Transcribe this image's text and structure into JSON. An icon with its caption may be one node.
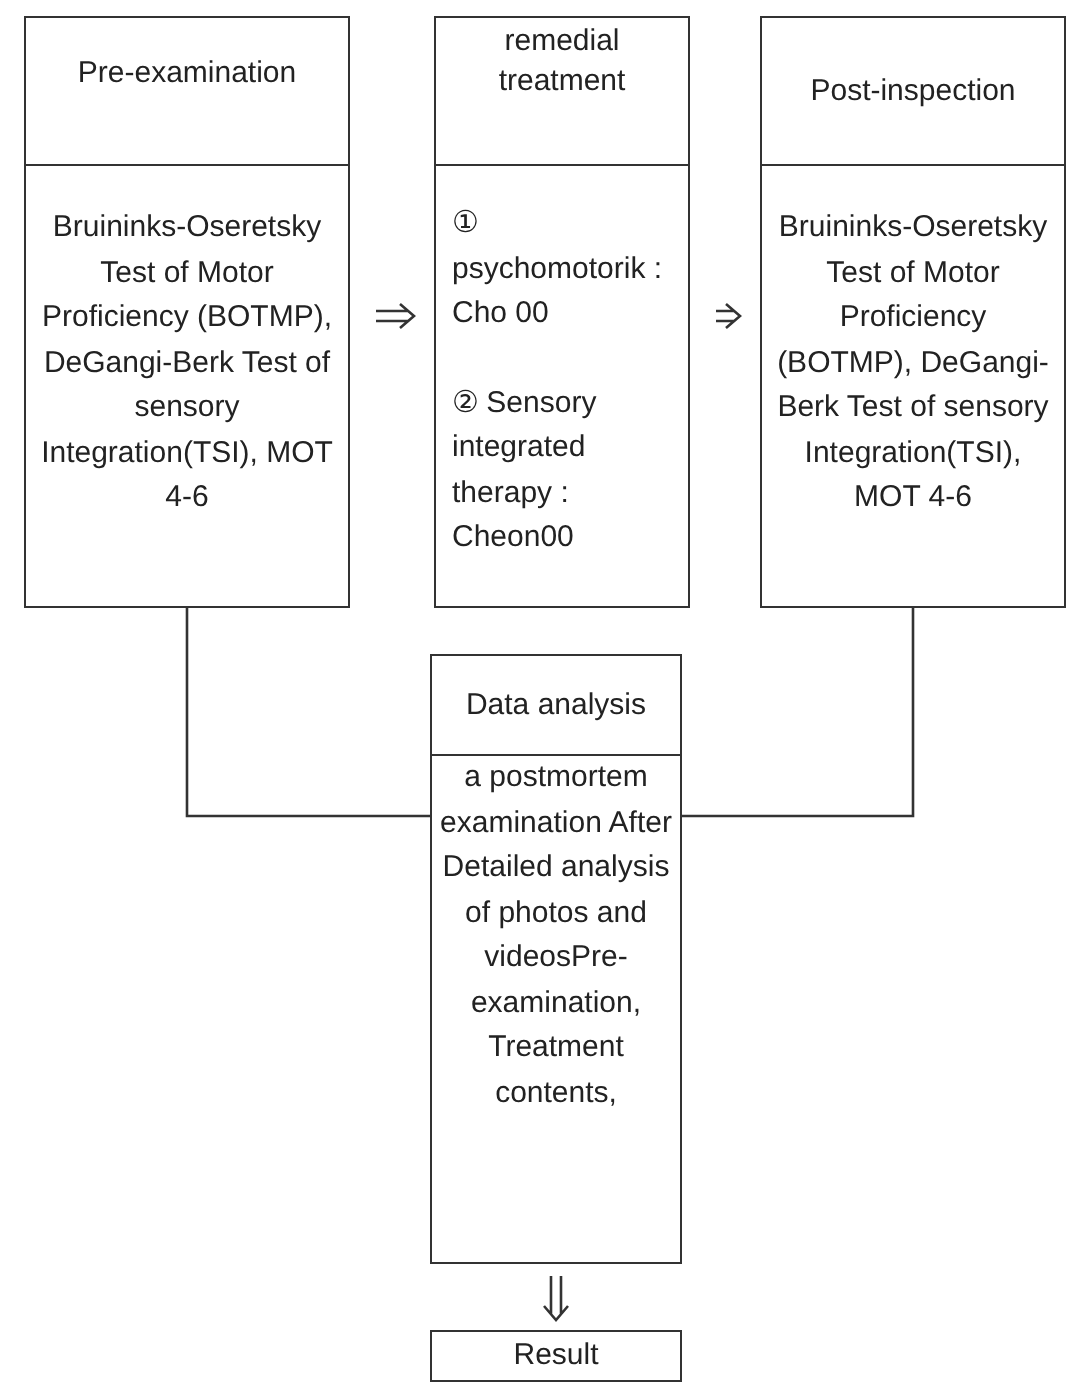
{
  "diagram": {
    "nodes": [
      {
        "text": [
          "Pre-examination",
          "Bruininks-Oseretsky Test of Motor Proficiency (BOTMP), DeGangi-Berk Test of sensory Integration(TSI), MOT 4-6"
        ]
      },
      {
        "text": [
          "remedial treatment",
          "① psychomotorik : Cho 00",
          "② Sensory integrated therapy : Cheon00"
        ]
      },
      {
        "text": [
          "Post-inspection",
          "Bruininks-Oseretsky Test of Motor Proficiency (BOTMP), DeGangi-Berk Test of sensory Integration(TSI), MOT 4-6"
        ]
      },
      {
        "text": [
          "Data analysis",
          "a postmortem examination After Detailed analysis of photos and videosPre-examination, Treatment contents,"
        ]
      },
      {
        "text": [
          "Result"
        ]
      }
    ],
    "edges": [
      {
        "from": 0,
        "to": 1,
        "arrow": "to"
      },
      {
        "from": 1,
        "to": 2,
        "arrow": "to"
      },
      {
        "from": 0,
        "to": 3,
        "arrow": "none"
      },
      {
        "from": 2,
        "to": 3,
        "arrow": "none"
      },
      {
        "from": 3,
        "to": 4,
        "arrow": "to"
      }
    ]
  }
}
